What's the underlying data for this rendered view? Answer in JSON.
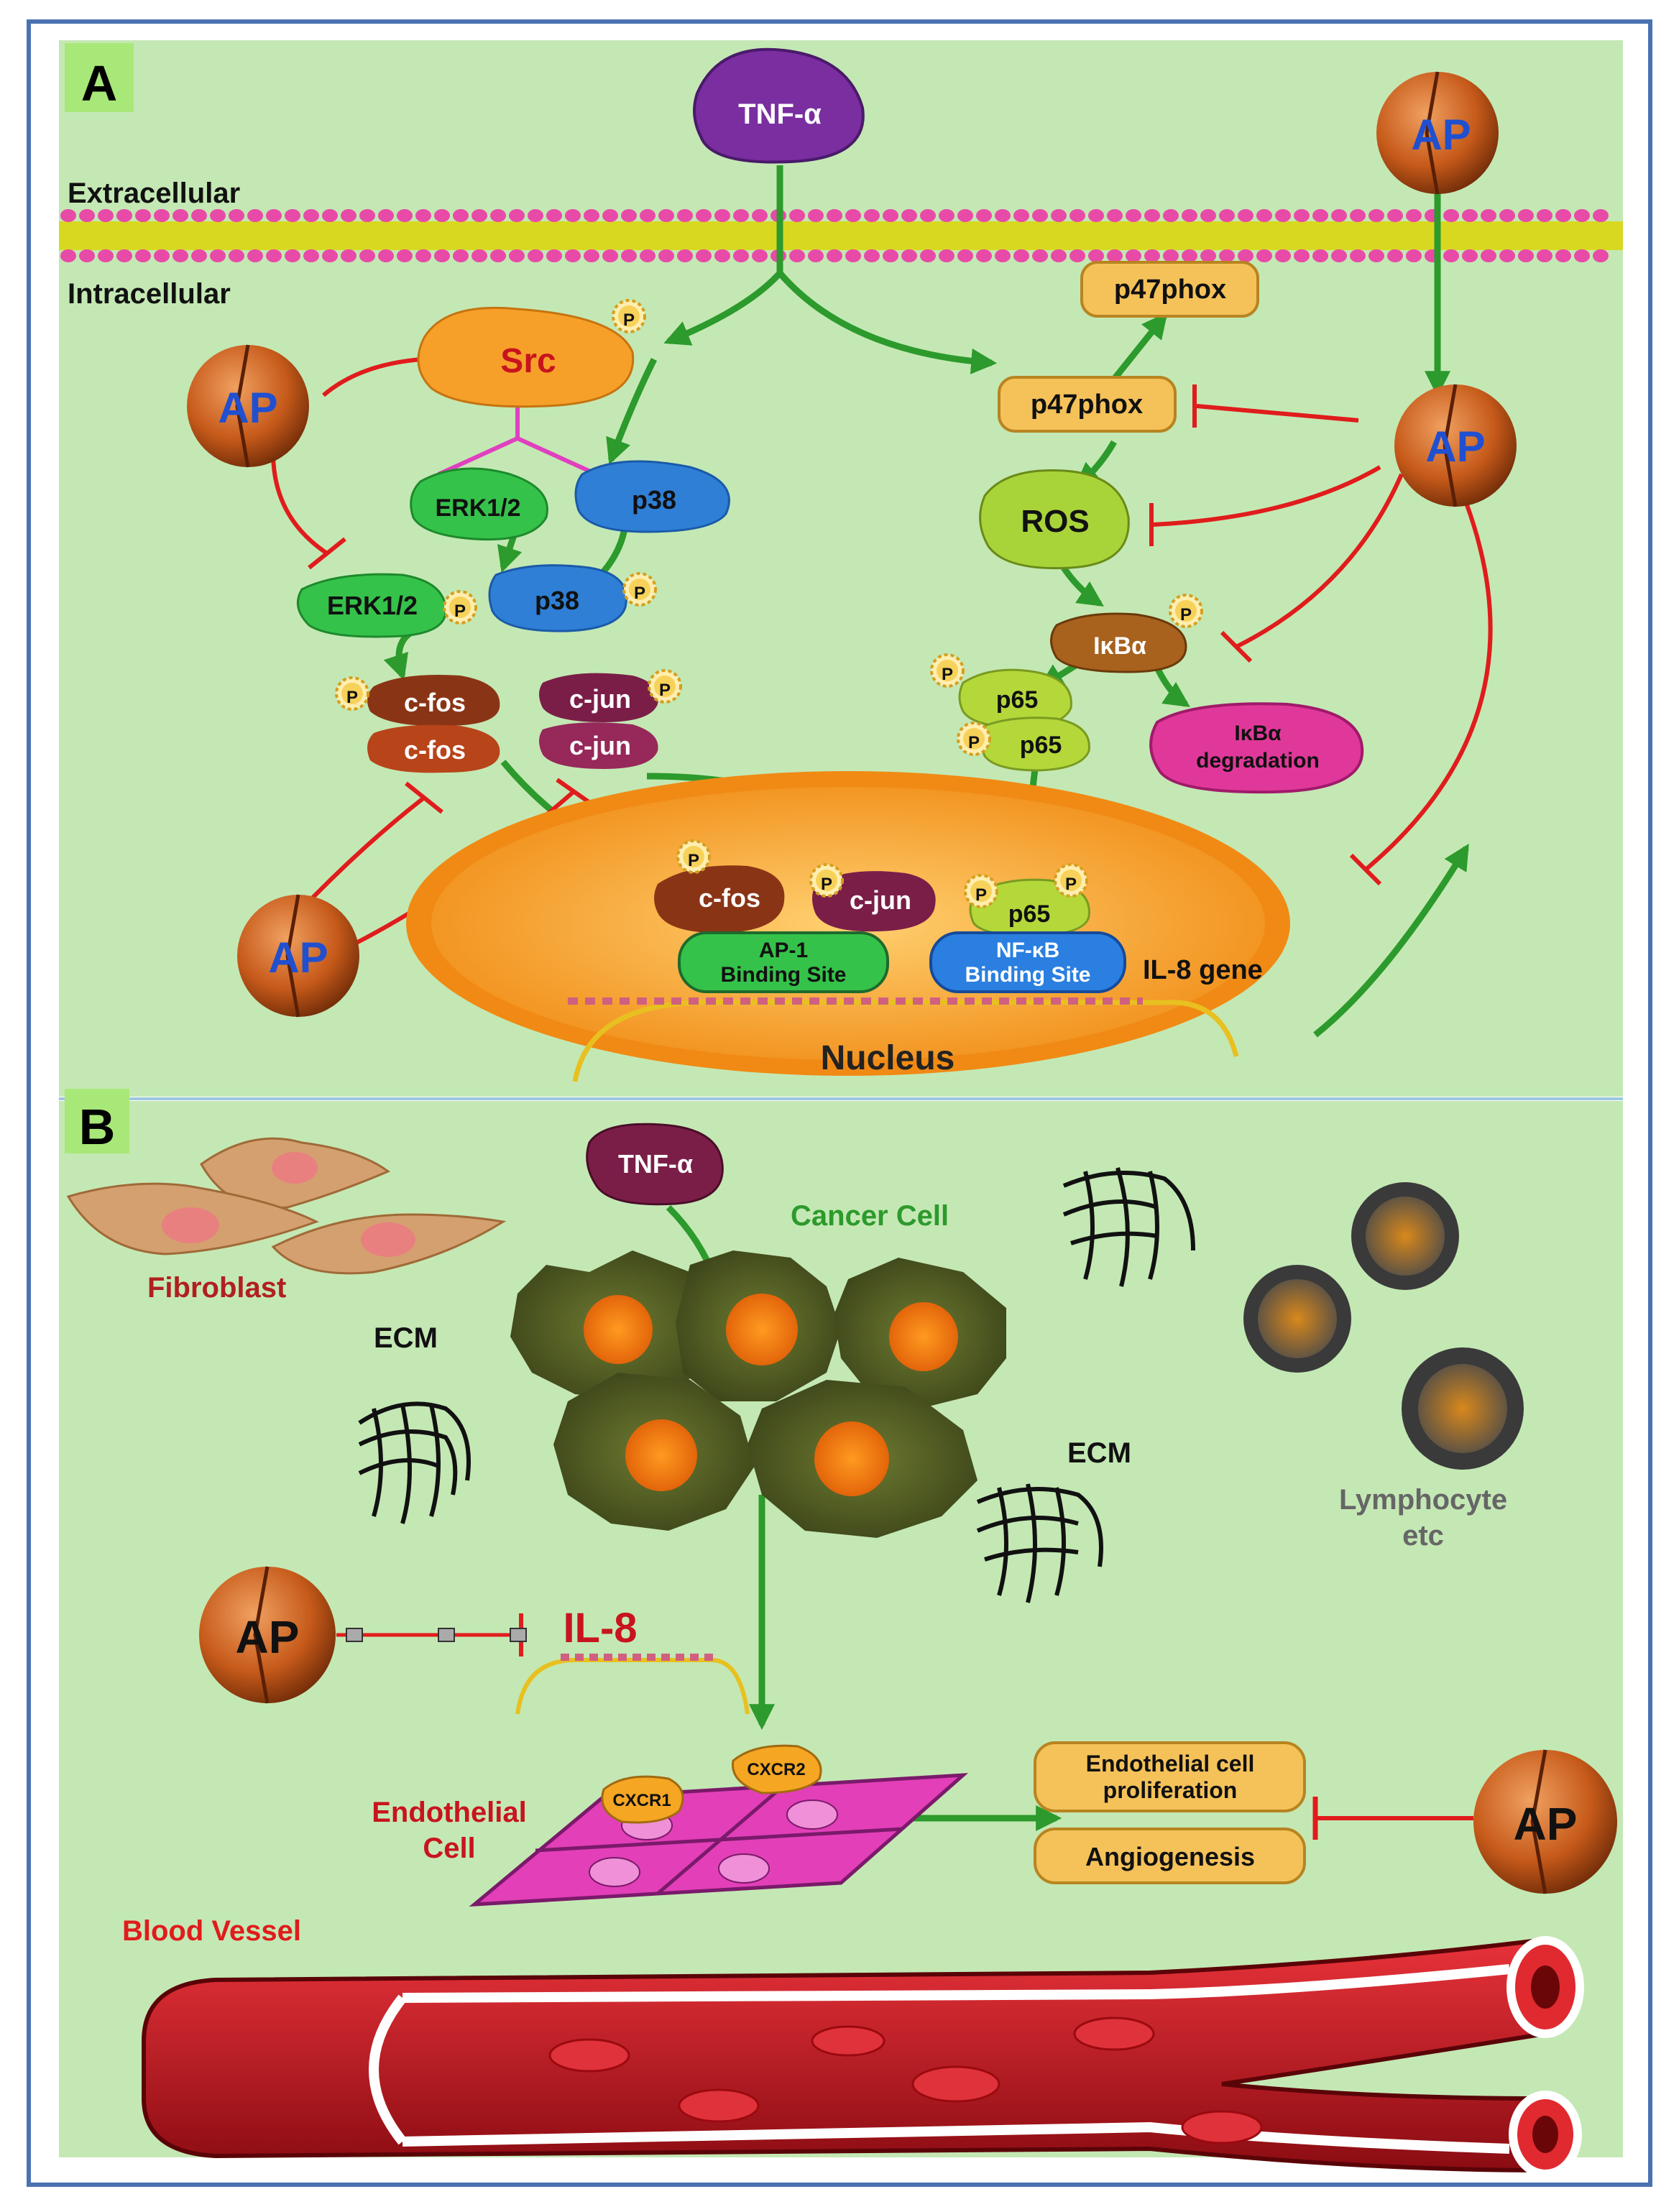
{
  "panel_a": {
    "letter": "A",
    "tnf": "TNF-α",
    "extracellular": "Extracellular",
    "intracellular": "Intracellular",
    "ap": "AP",
    "p_mark": "P",
    "src": "Src",
    "erk": "ERK1/2",
    "p38": "p38",
    "cfos": "c-fos",
    "cjun": "c-jun",
    "p47phox": "p47phox",
    "ros": "ROS",
    "ikba": "IκBα",
    "ikba_degradation": [
      "IκBα",
      "degradation"
    ],
    "p65": "p65",
    "ap1_site": [
      "AP-1",
      "Binding Site"
    ],
    "nfkb_site": [
      "NF-κB",
      "Binding Site"
    ],
    "il8_gene": "IL-8 gene",
    "nucleus": "Nucleus"
  },
  "panel_b": {
    "letter": "B",
    "tnf": "TNF-α",
    "fibroblast": "Fibroblast",
    "cancer_cell": "Cancer Cell",
    "ecm": "ECM",
    "lymphocyte": [
      "Lymphocyte",
      "etc"
    ],
    "ap": "AP",
    "il8": "IL-8",
    "cxcr1": "CXCR1",
    "cxcr2": "CXCR2",
    "endothelial_cell": [
      "Endothelial",
      "Cell"
    ],
    "endothelial_proliferation": [
      "Endothelial cell",
      "proliferation"
    ],
    "angiogenesis": "Angiogenesis",
    "blood_vessel": "Blood Vessel"
  },
  "colors": {
    "background": "#c4e8b4",
    "frame": "#4a72b0",
    "activation_arrow": "#2c9a2c",
    "inhibition": "#e01c1c",
    "membrane": "#e84aa8",
    "nucleus": "#f5a623",
    "tnf": "#7a2ea0",
    "src": "#f6a02a",
    "erk": "#35c24a",
    "p38": "#2f7fd6",
    "cfos": "#8a3416",
    "cjun": "#7a1e48",
    "p47phox": "#f5c25a",
    "ros": "#a8d43a",
    "ikba": "#a8621e",
    "p65": "#b4d83a",
    "degradation": "#e0389a",
    "ap": "#c65a1a",
    "cancer_cell": "#4e5a26",
    "endothelial": "#e23fb8",
    "vessel": "#c8141e"
  }
}
